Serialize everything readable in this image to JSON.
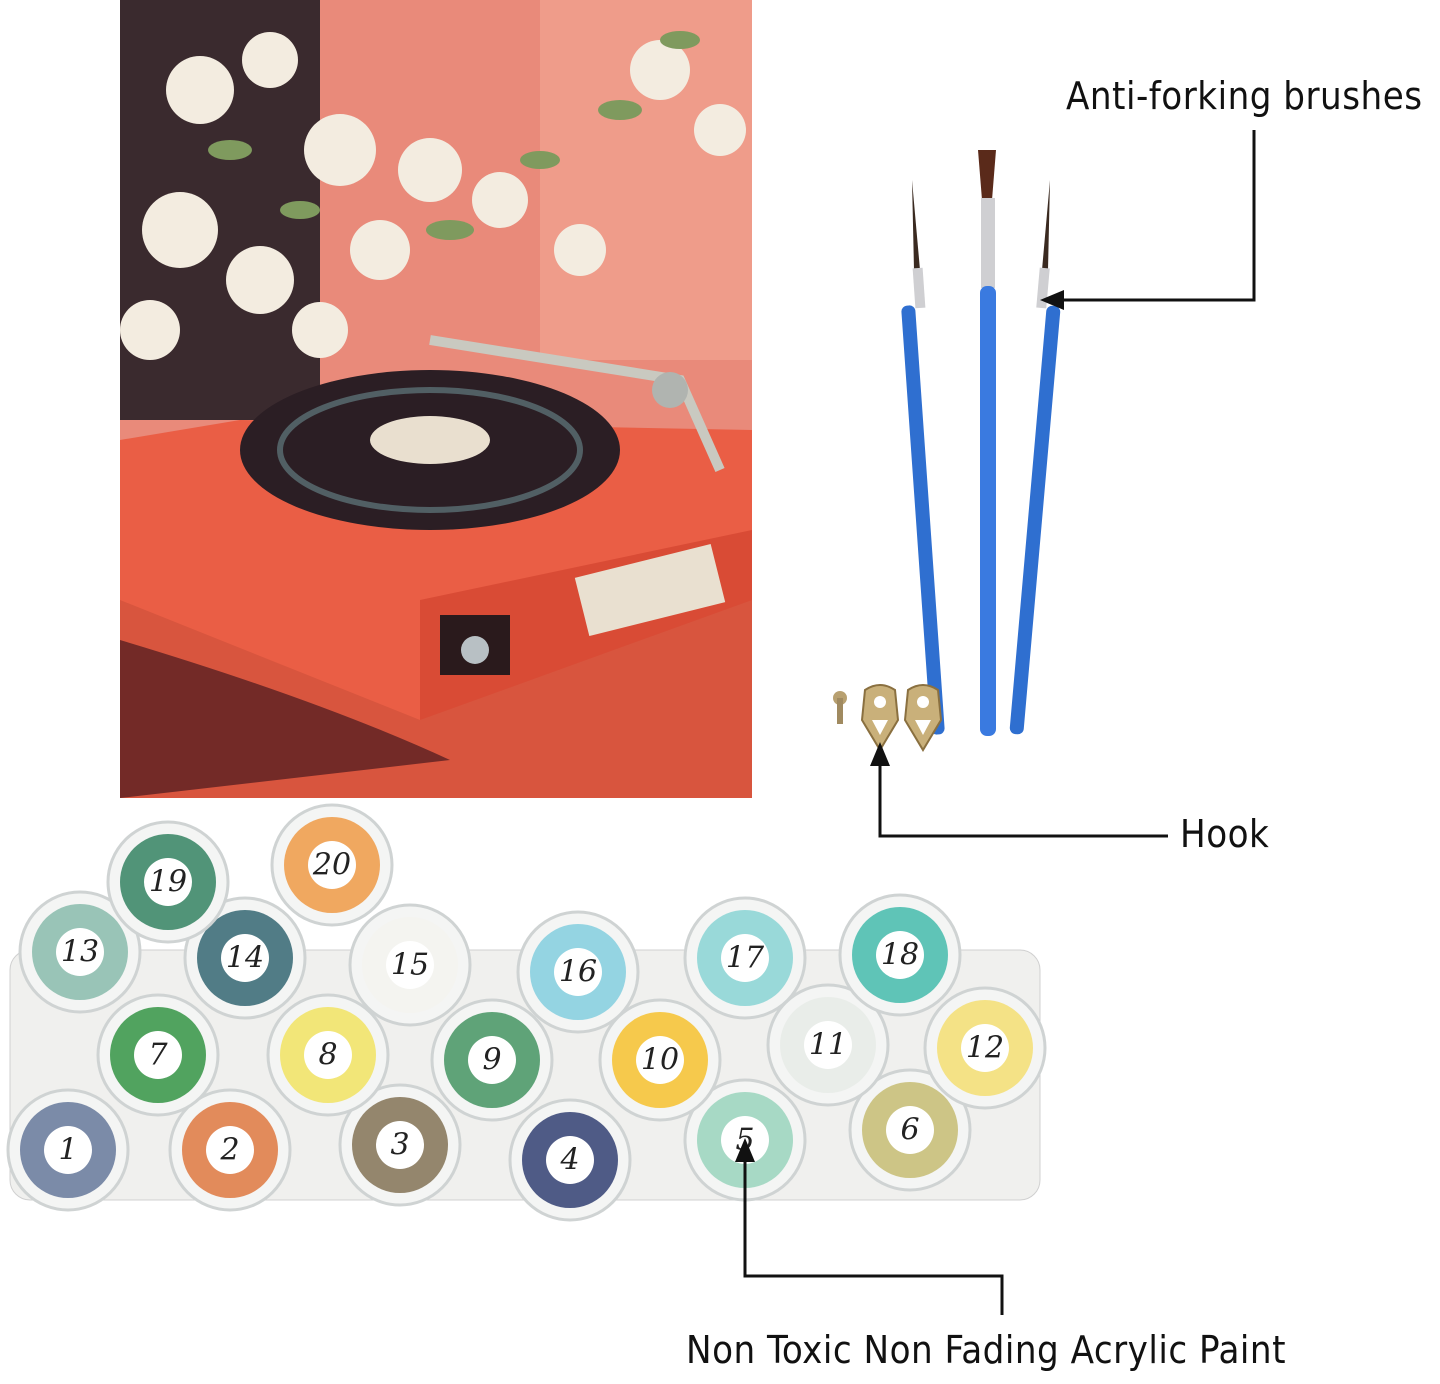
{
  "labels": {
    "brushes": "Anti-forking brushes",
    "hook": "Hook",
    "paint": "Non Toxic Non Fading Acrylic Paint"
  },
  "paint_cups": [
    {
      "num": "1",
      "color": "#6e7fa0"
    },
    {
      "num": "2",
      "color": "#e0804a"
    },
    {
      "num": "3",
      "color": "#8a7a5e"
    },
    {
      "num": "4",
      "color": "#3d4a7a"
    },
    {
      "num": "5",
      "color": "#9fd6c0"
    },
    {
      "num": "6",
      "color": "#c9c07a"
    },
    {
      "num": "7",
      "color": "#3f9a4f"
    },
    {
      "num": "8",
      "color": "#f2e46a"
    },
    {
      "num": "9",
      "color": "#4f9a6a"
    },
    {
      "num": "10",
      "color": "#f6c43a"
    },
    {
      "num": "11",
      "color": "#e8ece8"
    },
    {
      "num": "12",
      "color": "#f4e07a"
    },
    {
      "num": "13",
      "color": "#8fbfb0"
    },
    {
      "num": "14",
      "color": "#3f6f7a"
    },
    {
      "num": "15",
      "color": "#f4f4f0"
    },
    {
      "num": "16",
      "color": "#8ad0e0"
    },
    {
      "num": "17",
      "color": "#8fd6d6"
    },
    {
      "num": "18",
      "color": "#4fbfb0"
    },
    {
      "num": "19",
      "color": "#3f8a6a"
    },
    {
      "num": "20",
      "color": "#f0a050"
    }
  ],
  "colors": {
    "background": "#ffffff",
    "painting_bg": "#e98a7a",
    "turntable": "#e5553f",
    "record": "#2b1e24",
    "brush_handle": "#2f6fd0"
  }
}
